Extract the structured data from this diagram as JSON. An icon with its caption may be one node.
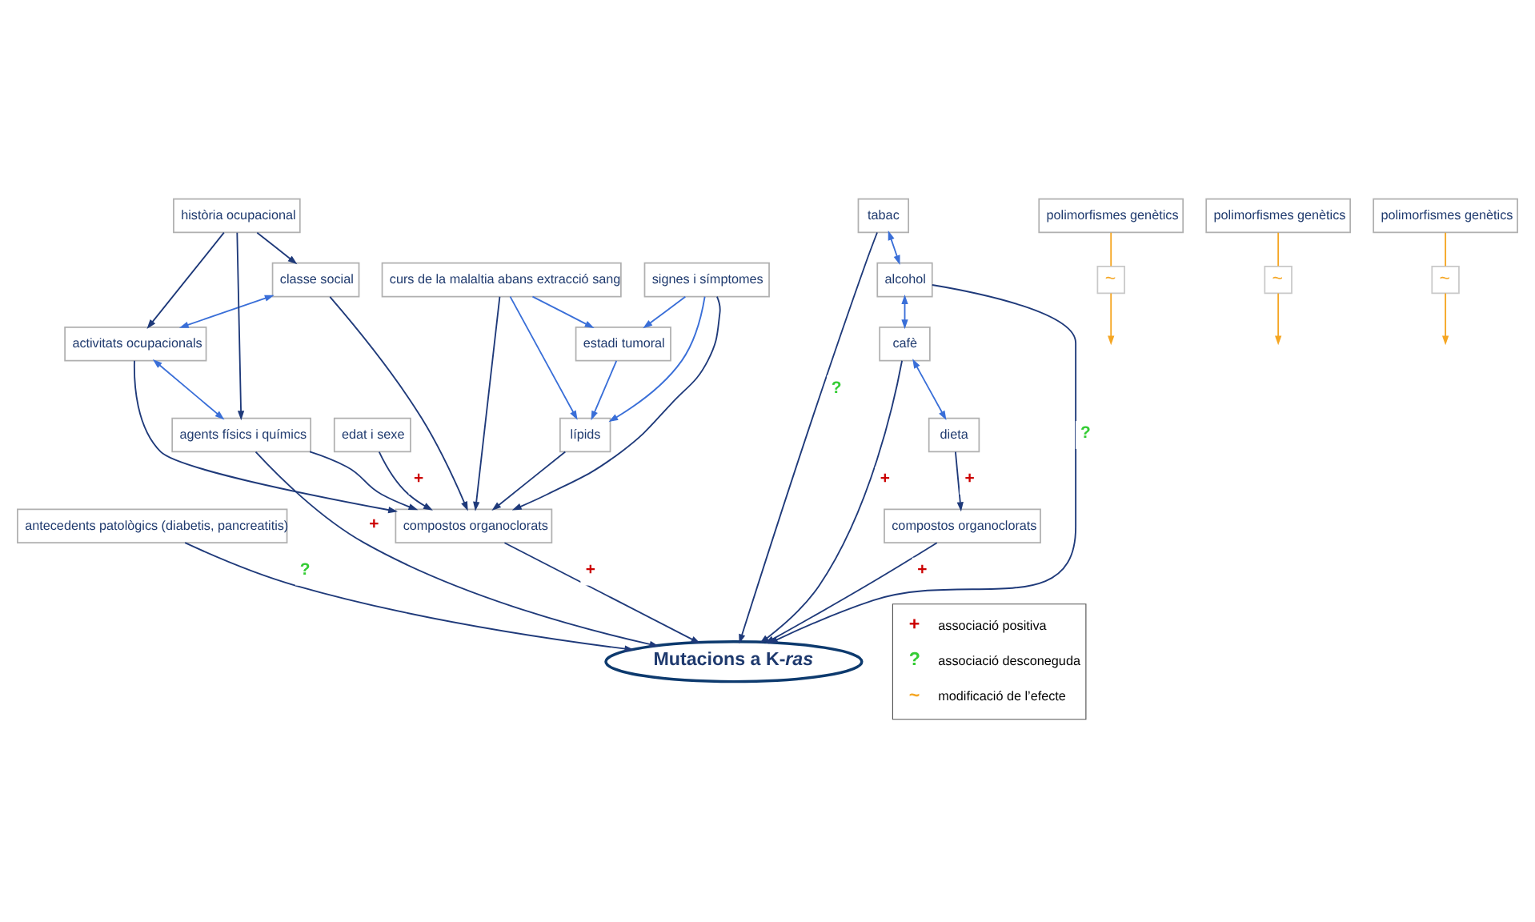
{
  "diagram": {
    "nodes": [
      {
        "text": [
          "classe social"
        ]
      },
      {
        "text": [
          "història ocupacional"
        ]
      },
      {
        "text": [
          "activitats ocupacionals"
        ]
      },
      {
        "text": [
          "agents físics i químics"
        ]
      },
      {
        "text": [
          "edat i sexe"
        ]
      },
      {
        "text": [
          "curs de la malaltia abans extracció sang"
        ]
      },
      {
        "text": [
          "lípids"
        ]
      },
      {
        "text": [
          "estadi tumoral"
        ]
      },
      {
        "text": [
          "compostos organoclorats"
        ]
      },
      {
        "text": [
          "signes i símptomes"
        ]
      },
      {
        "text": [
          "~"
        ]
      },
      {
        "text": [
          "polimorfismes genètics"
        ]
      },
      {
        "text": [
          "polimorfismes genètics"
        ]
      },
      {
        "text": [
          "~"
        ]
      },
      {
        "text": [
          "Mutacions a K-*ras*"
        ]
      },
      {
        "text": [
          "antecedents patològics (diabetis, pancreatitis)"
        ]
      },
      {
        "text": [
          "tabac"
        ]
      },
      {
        "text": [
          "~"
        ]
      },
      {
        "text": [
          "polimorfismes genètics"
        ]
      },
      {
        "text": [
          "compostos organoclorats"
        ]
      },
      {
        "text": [
          "alcohol"
        ]
      },
      {
        "text": [
          "cafè"
        ]
      },
      {
        "text": [
          "dieta"
        ]
      }
    ],
    "edges": [
      {
        "from": 1,
        "to": 0,
        "arrow": "to"
      },
      {
        "from": 1,
        "to": 2,
        "arrow": "to"
      },
      {
        "from": 1,
        "to": 3,
        "arrow": "to"
      },
      {
        "from": 0,
        "to": 2,
        "arrow": "both",
        "color": "#3a6fd8"
      },
      {
        "from": 2,
        "to": 3,
        "arrow": "both",
        "color": "#3a6fd8"
      },
      {
        "from": 0,
        "to": 8,
        "arrow": "to"
      },
      {
        "from": 2,
        "to": 8,
        "arrow": "to"
      },
      {
        "from": 3,
        "to": 8,
        "arrow": "to"
      },
      {
        "from": 4,
        "to": 8,
        "arrow": "to",
        "label": "+"
      },
      {
        "from": 5,
        "to": 8,
        "arrow": "to"
      },
      {
        "from": 6,
        "to": 8,
        "arrow": "to"
      },
      {
        "from": 9,
        "to": 8,
        "arrow": "to"
      },
      {
        "from": 5,
        "to": 6,
        "arrow": "to",
        "color": "#3a6fd8"
      },
      {
        "from": 9,
        "to": 6,
        "arrow": "to",
        "color": "#3a6fd8"
      },
      {
        "from": 7,
        "to": 6,
        "arrow": "to",
        "color": "#3a6fd8"
      },
      {
        "from": 5,
        "to": 7,
        "arrow": "to",
        "color": "#3a6fd8"
      },
      {
        "from": 9,
        "to": 7,
        "arrow": "to",
        "color": "#3a6fd8"
      },
      {
        "from": 8,
        "to": 14,
        "arrow": "to",
        "label": "+"
      },
      {
        "from": 11,
        "to": 10,
        "arrow": "none",
        "color": "#f5a623"
      },
      {
        "from": 10,
        "to": null,
        "arrow": "to",
        "color": "#f5a623"
      },
      {
        "from": 3,
        "to": 14,
        "arrow": "to",
        "label": "+"
      },
      {
        "from": 12,
        "to": 13,
        "arrow": "none",
        "color": "#f5a623"
      },
      {
        "from": 13,
        "to": null,
        "arrow": "to",
        "color": "#f5a623"
      },
      {
        "from": 15,
        "to": 14,
        "arrow": "to",
        "label": "?"
      },
      {
        "from": 16,
        "to": 14,
        "arrow": "to",
        "label": "?"
      },
      {
        "from": 20,
        "to": 14,
        "arrow": "to",
        "label": "?"
      },
      {
        "from": 21,
        "to": 14,
        "arrow": "to",
        "label": "+"
      },
      {
        "from": 16,
        "to": 20,
        "arrow": "both",
        "color": "#3a6fd8"
      },
      {
        "from": 20,
        "to": 21,
        "arrow": "both",
        "color": "#3a6fd8"
      },
      {
        "from": 21,
        "to": 22,
        "arrow": "both",
        "color": "#3a6fd8"
      },
      {
        "from": 22,
        "to": 19,
        "arrow": "to",
        "label": "+"
      },
      {
        "from": 19,
        "to": 14,
        "arrow": "to",
        "label": "+"
      },
      {
        "from": 18,
        "to": 17,
        "arrow": "none",
        "color": "#f5a623"
      },
      {
        "from": 17,
        "to": null,
        "arrow": "to",
        "color": "#f5a623"
      }
    ],
    "labels": [
      "+",
      "?",
      "~"
    ],
    "legend": [
      {
        "text": "associació positiva"
      },
      {
        "text": "associació desconeguda"
      },
      {
        "text": "modificació de l’efecte"
      }
    ]
  }
}
